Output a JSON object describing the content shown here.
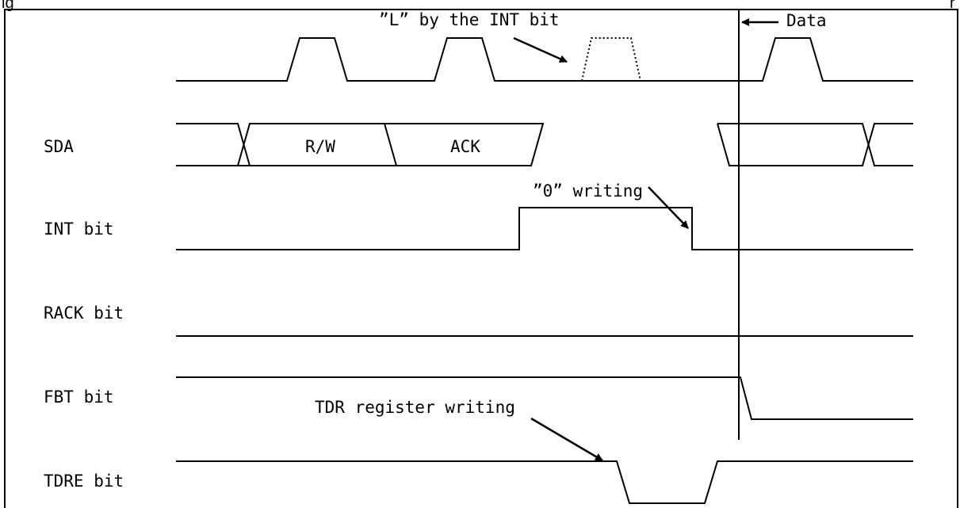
{
  "title_fragment": "ig",
  "title_fragment_right": "r",
  "labels": {
    "sda": "SDA",
    "int_bit": "INT bit",
    "rack_bit": "RACK bit",
    "fbt_bit": "FBT bit",
    "tdre_bit": "TDRE bit"
  },
  "annotations": {
    "l_by_int": "”L” by the INT bit",
    "data": "Data",
    "rw": "R/W",
    "ack": "ACK",
    "zero_writing": "”0” writing",
    "tdr_writing": "TDR register writing"
  }
}
